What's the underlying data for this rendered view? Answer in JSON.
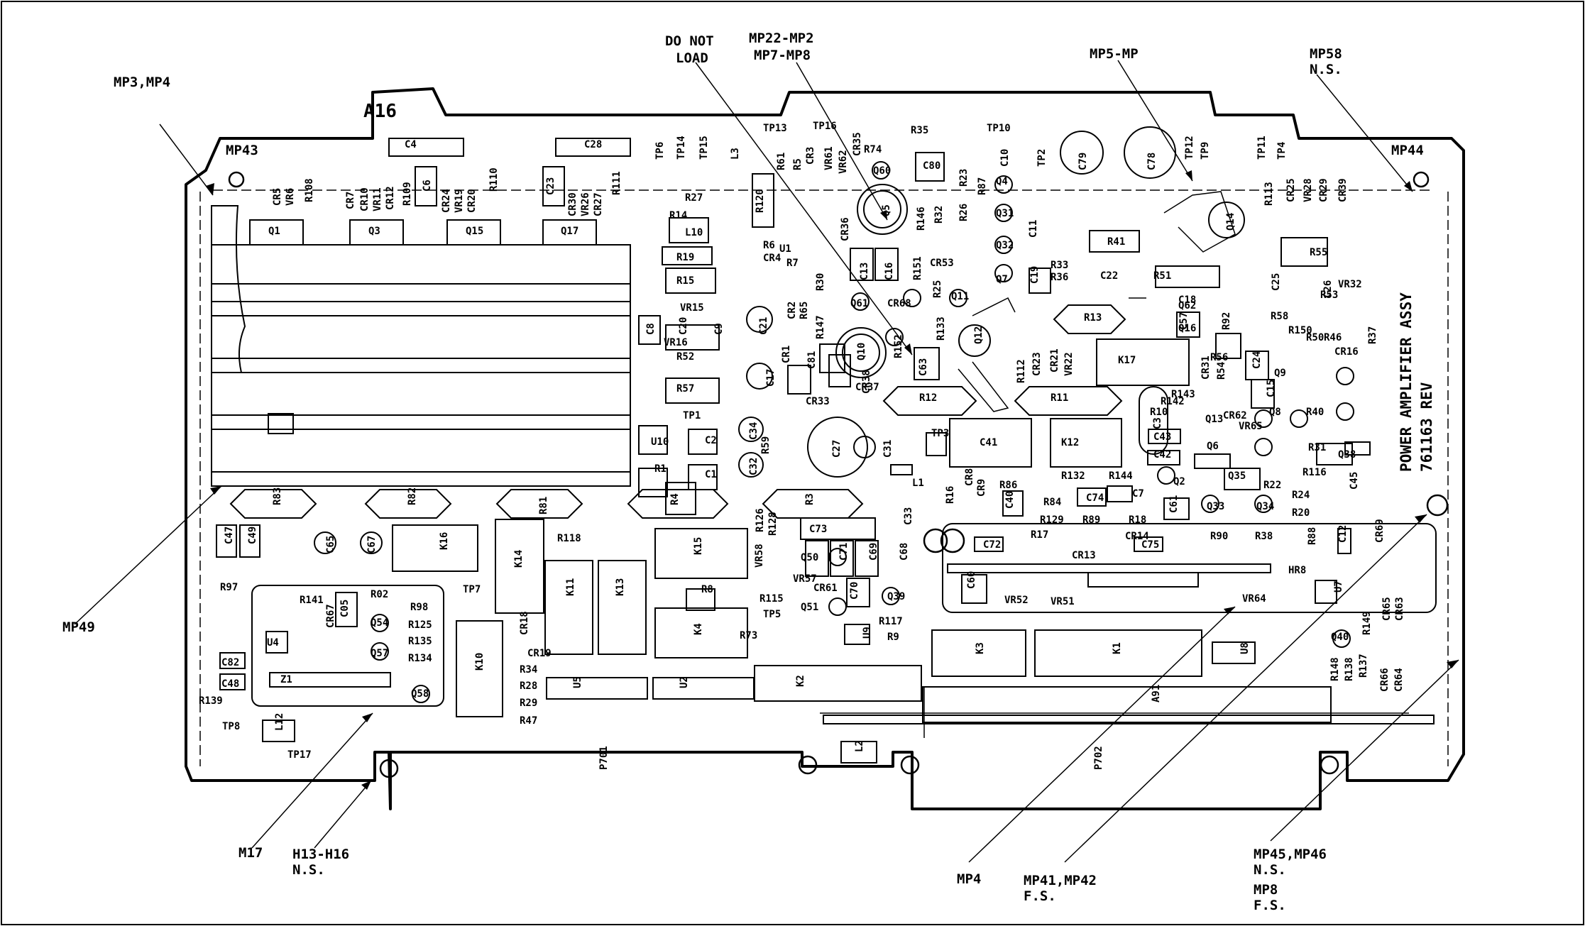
{
  "board": {
    "id": "A16",
    "assembly_name": "POWER AMPLIFIER ASSY",
    "assembly_number": "761163 REV"
  },
  "callouts": [
    {
      "lines": [
        "MP3,MP4"
      ]
    },
    {
      "lines": [
        "DO NOT",
        "LOAD"
      ]
    },
    {
      "lines": [
        "MP22-MP2",
        "MP7-MP8"
      ]
    },
    {
      "lines": [
        "MP5-MP"
      ]
    },
    {
      "lines": [
        "MP58",
        "N.S."
      ]
    },
    {
      "lines": [
        "MP43"
      ]
    },
    {
      "lines": [
        "MP44"
      ]
    },
    {
      "lines": [
        "MP49"
      ]
    },
    {
      "lines": [
        "M17"
      ]
    },
    {
      "lines": [
        "H13-H16",
        "N.S."
      ]
    },
    {
      "lines": [
        "MP4"
      ]
    },
    {
      "lines": [
        "MP41,MP42",
        "F.S."
      ]
    },
    {
      "lines": [
        "MP45,MP46",
        "N.S."
      ]
    },
    {
      "lines": [
        "MP8",
        "F.S."
      ]
    }
  ],
  "components": {
    "horizontal": [
      "C4",
      "C28",
      "Q1",
      "Q3",
      "Q15",
      "Q17",
      "R27",
      "R14",
      "L10",
      "R19",
      "R15",
      "R52",
      "R57",
      "C2",
      "C1",
      "C80",
      "C22",
      "R41",
      "R51",
      "C18",
      "R55",
      "C43",
      "C42",
      "C72",
      "C75",
      "C74",
      "C7",
      "R13",
      "R12",
      "R11",
      "C41",
      "K12",
      "K17",
      "HR8",
      "VR52",
      "VR51",
      "VR64",
      "Z1",
      "U4",
      "TP7",
      "TP8",
      "TP17",
      "R141",
      "R02",
      "R98",
      "R125",
      "R135",
      "R134",
      "Q54",
      "Q57",
      "Q58",
      "C82",
      "C48",
      "R139",
      "R97",
      "R118",
      "R8",
      "R115",
      "TP5",
      "R73",
      "R117",
      "R9",
      "Q50",
      "Q51",
      "Q39",
      "Q40",
      "R84",
      "R129",
      "R89",
      "R18",
      "R17",
      "CR13",
      "CR14",
      "R90",
      "R38",
      "R132",
      "R144",
      "R86",
      "R24",
      "R20",
      "R22",
      "R116",
      "Q33",
      "Q34",
      "Q2",
      "Q6",
      "Q13",
      "Q8",
      "Q9",
      "R1",
      "TP1",
      "U10",
      "Q4",
      "Q31",
      "Q32",
      "Q7",
      "Q11",
      "CR53",
      "CR68",
      "Q61",
      "Q60",
      "TP13",
      "TP16",
      "R35",
      "TP10",
      "R74",
      "Q62",
      "Q16",
      "U1",
      "R6",
      "CR4",
      "R7",
      "VR15",
      "VR16",
      "CR33",
      "CR37",
      "R33",
      "R36",
      "R56",
      "CR16",
      "R46",
      "R50",
      "R150",
      "R58",
      "R53",
      "VR32",
      "TP3",
      "R10",
      "R142",
      "R143",
      "CR62",
      "VR65",
      "R31",
      "R40"
    ],
    "vertical": [
      "R108",
      "R109",
      "R110",
      "R111",
      "CR5",
      "VR6",
      "CR7",
      "CR10",
      "VR11",
      "CR12",
      "C6",
      "CR24",
      "VR19",
      "CR20",
      "C23",
      "CR30",
      "VR26",
      "CR27",
      "TP6",
      "TP14",
      "TP15",
      "L3",
      "R120",
      "R61",
      "R5",
      "CR3",
      "VR61",
      "VR62",
      "CR35",
      "CR36",
      "Q5",
      "R146",
      "R32",
      "R26",
      "R23",
      "R87",
      "C10",
      "TP2",
      "C79",
      "C78",
      "TP12",
      "TP9",
      "TP11",
      "TP4",
      "Q14",
      "R113",
      "CR25",
      "VR28",
      "CR29",
      "CR39",
      "C26",
      "C25",
      "C13",
      "C16",
      "R151",
      "R25",
      "R30",
      "R65",
      "CR2",
      "R147",
      "R133",
      "R152",
      "C63",
      "C8",
      "C20",
      "C9",
      "C21",
      "CR1",
      "C81",
      "C17",
      "CR38",
      "Q10",
      "Q12",
      "R112",
      "CR23",
      "CR21",
      "VR22",
      "C11",
      "C19",
      "C57",
      "R92",
      "CR31",
      "R54",
      "C24",
      "C15",
      "C3",
      "C34",
      "C32",
      "R59",
      "C27",
      "C31",
      "L1",
      "R16",
      "CR8",
      "CR9",
      "C40",
      "C61",
      "C73",
      "C71",
      "C69",
      "C68",
      "C70",
      "U9",
      "C33",
      "R126",
      "R128",
      "VR58",
      "VR57",
      "CR61",
      "R83",
      "R82",
      "R81",
      "R4",
      "R3",
      "K16",
      "K14",
      "K11",
      "K13",
      "K15",
      "K4",
      "K10",
      "K3",
      "K1",
      "K2",
      "U5",
      "U2",
      "U8",
      "U7",
      "A91",
      "L2",
      "L12",
      "P701",
      "P702",
      "C47",
      "C49",
      "C65",
      "C67",
      "C05",
      "CR67",
      "CR18",
      "CR19",
      "R34",
      "R28",
      "R29",
      "R47",
      "C60",
      "C12",
      "CR69",
      "R88",
      "CR65",
      "CR63",
      "R149",
      "R148",
      "R138",
      "R137",
      "CR66",
      "CR64",
      "Q35",
      "Q38",
      "C45",
      "R37"
    ]
  }
}
